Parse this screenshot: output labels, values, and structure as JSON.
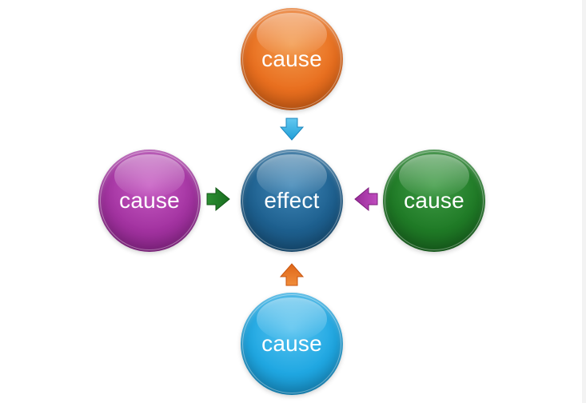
{
  "diagram": {
    "center": {
      "label": "effect",
      "color": "#1d5f8e"
    },
    "causes": [
      {
        "id": "top",
        "label": "cause",
        "color": "#e96f1f",
        "arrow_color": "#2aa8e0"
      },
      {
        "id": "left",
        "label": "cause",
        "color": "#a232a0",
        "arrow_color": "#1f7a26"
      },
      {
        "id": "right",
        "label": "cause",
        "color": "#1f7a26",
        "arrow_color": "#a232a0"
      },
      {
        "id": "bottom",
        "label": "cause",
        "color": "#1fa7e2",
        "arrow_color": "#e96f1f"
      }
    ]
  }
}
